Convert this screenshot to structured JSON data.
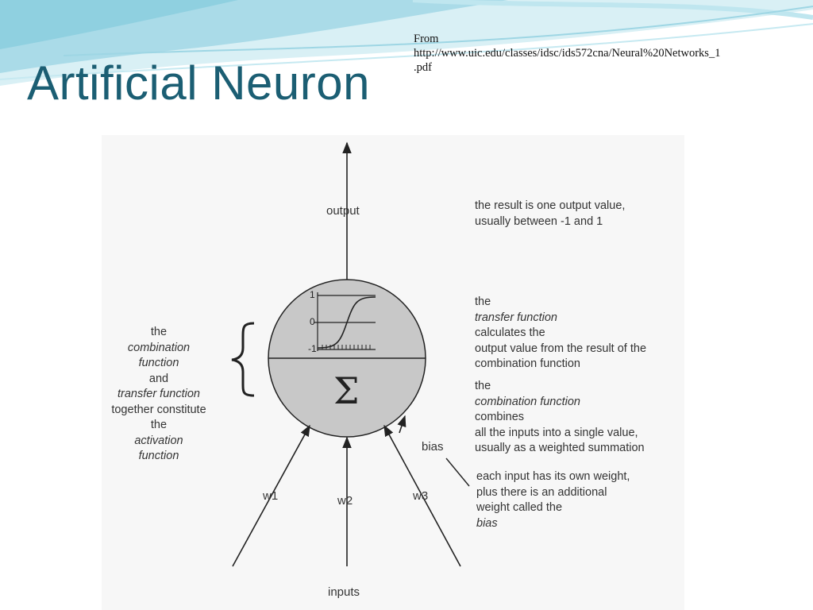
{
  "slide": {
    "title": "Artificial Neuron",
    "source_line1": "From",
    "source_line2": "http://www.uic.edu/classes/idsc/ids572cna/Neural%20Networks_1",
    "source_line3": ".pdf"
  },
  "colors": {
    "title": "#1b5e73",
    "wave_light": "#bfe6ef",
    "wave_mid": "#8fd0e0",
    "panel": "#f7f7f7",
    "neuron_fill": "#c8c8c8",
    "line": "#222222"
  },
  "diagram": {
    "output_label": "output",
    "inputs_label": "inputs",
    "w1": "w1",
    "w2": "w2",
    "w3": "w3",
    "bias_label": "bias",
    "sigma": "Σ",
    "tick_top": "1",
    "tick_mid": "0",
    "tick_bottom": "-1",
    "left_note": {
      "l1a": "the ",
      "l1b": "combination",
      "l2a": "function",
      "l2b": " and",
      "l3": "transfer function",
      "l4": "together constitute",
      "l5a": "the ",
      "l5b": "activation",
      "l6": "function"
    },
    "note_output": {
      "l1": "the result is one output value,",
      "l2": "usually between -1 and 1"
    },
    "note_transfer": {
      "l1a": "the ",
      "l1b": "transfer function",
      "l1c": " calculates the",
      "l2": "output value from the result of the",
      "l3": "combination function"
    },
    "note_combination": {
      "l1a": "the ",
      "l1b": "combination function",
      "l1c": " combines",
      "l2": "all the inputs into a single value,",
      "l3": "usually as a weighted summation"
    },
    "note_inputs": {
      "l1": "each input has its own weight,",
      "l2": "plus there is an additional",
      "l3a": "weight called the ",
      "l3b": "bias"
    }
  }
}
